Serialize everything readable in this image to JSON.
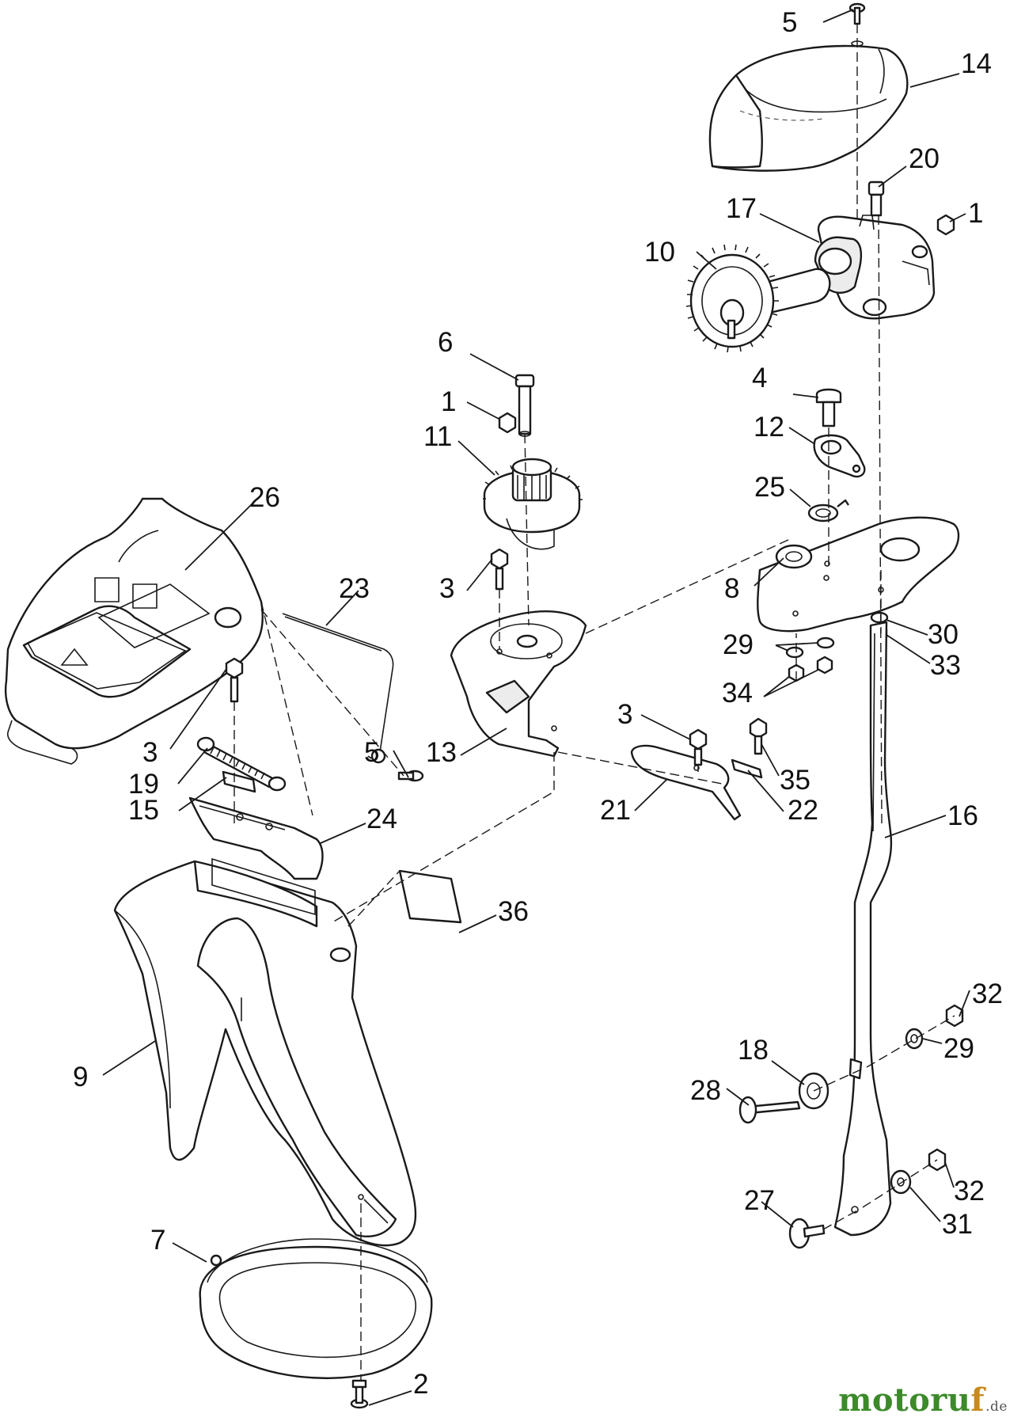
{
  "diagram": {
    "labels": [
      "5",
      "14",
      "20",
      "17",
      "1",
      "10",
      "6",
      "4",
      "1",
      "11",
      "12",
      "25",
      "26",
      "23",
      "3",
      "8",
      "29",
      "30",
      "33",
      "34",
      "3",
      "3",
      "5",
      "13",
      "35",
      "19",
      "15",
      "21",
      "22",
      "24",
      "16",
      "36",
      "9",
      "18",
      "32",
      "29",
      "28",
      "32",
      "27",
      "31",
      "7",
      "2"
    ]
  },
  "watermark": {
    "brand_a": "motoru",
    "brand_b": "f",
    "tld": ".de"
  },
  "colors": {
    "line": "#1a1a1a",
    "watermark_green": "#3c8a2a",
    "watermark_orange": "#c98a1b"
  }
}
